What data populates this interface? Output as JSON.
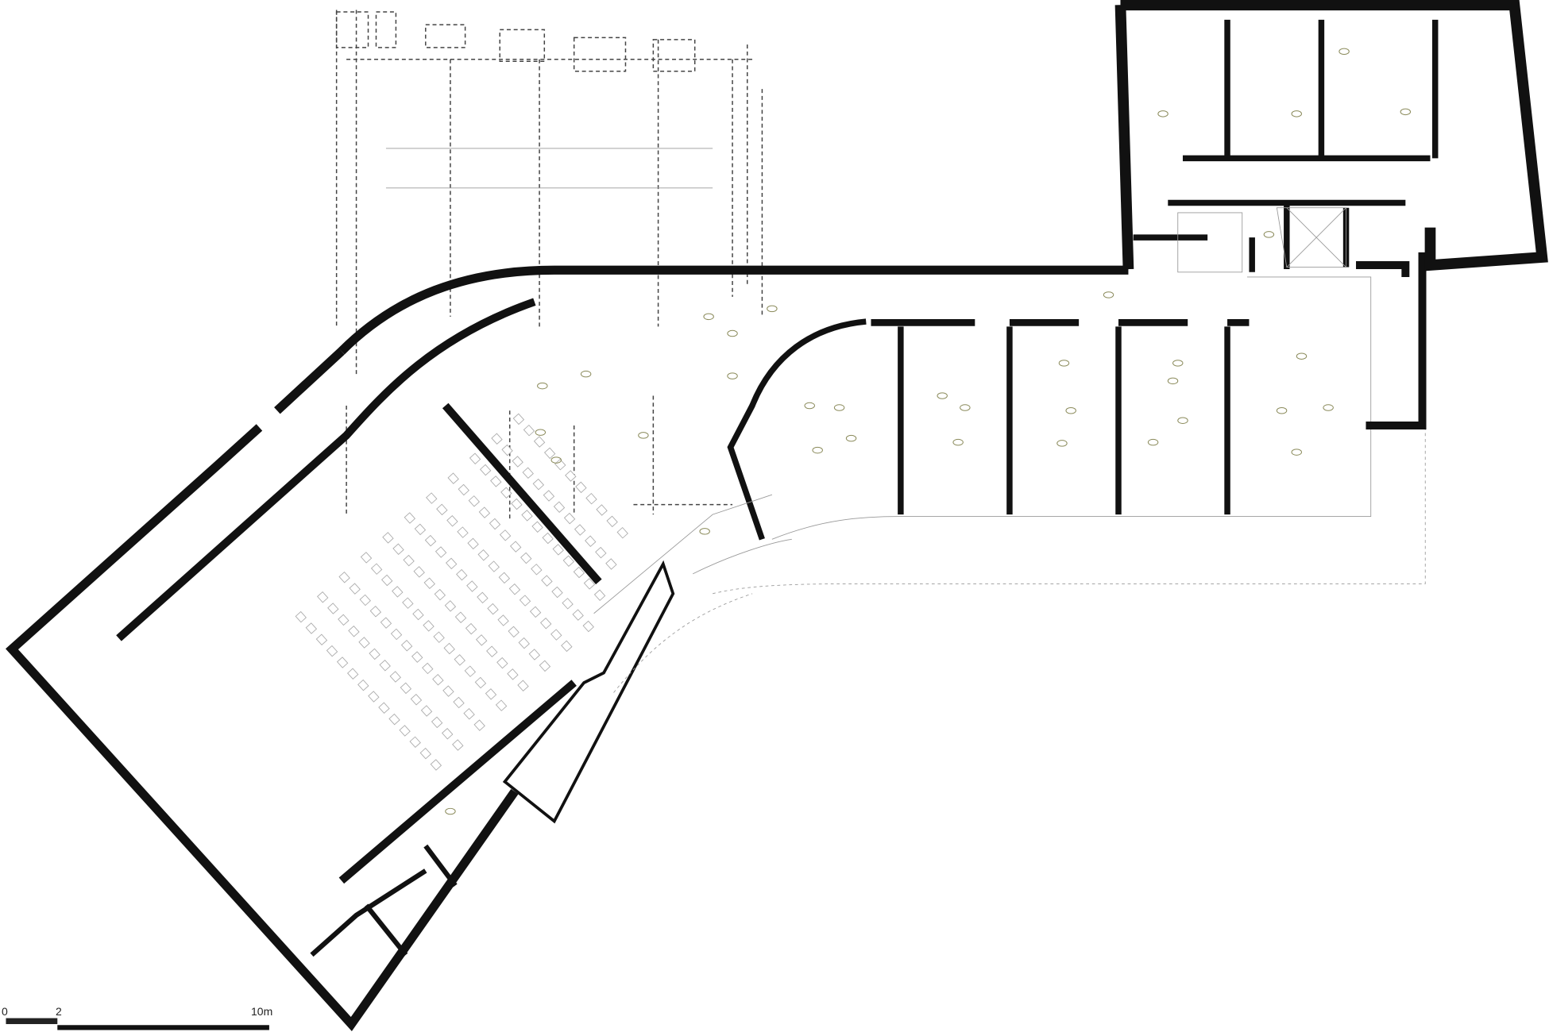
{
  "drawing": {
    "type": "architectural floor plan",
    "scale_bar": {
      "labels": [
        "0",
        "2",
        "10m"
      ]
    }
  }
}
